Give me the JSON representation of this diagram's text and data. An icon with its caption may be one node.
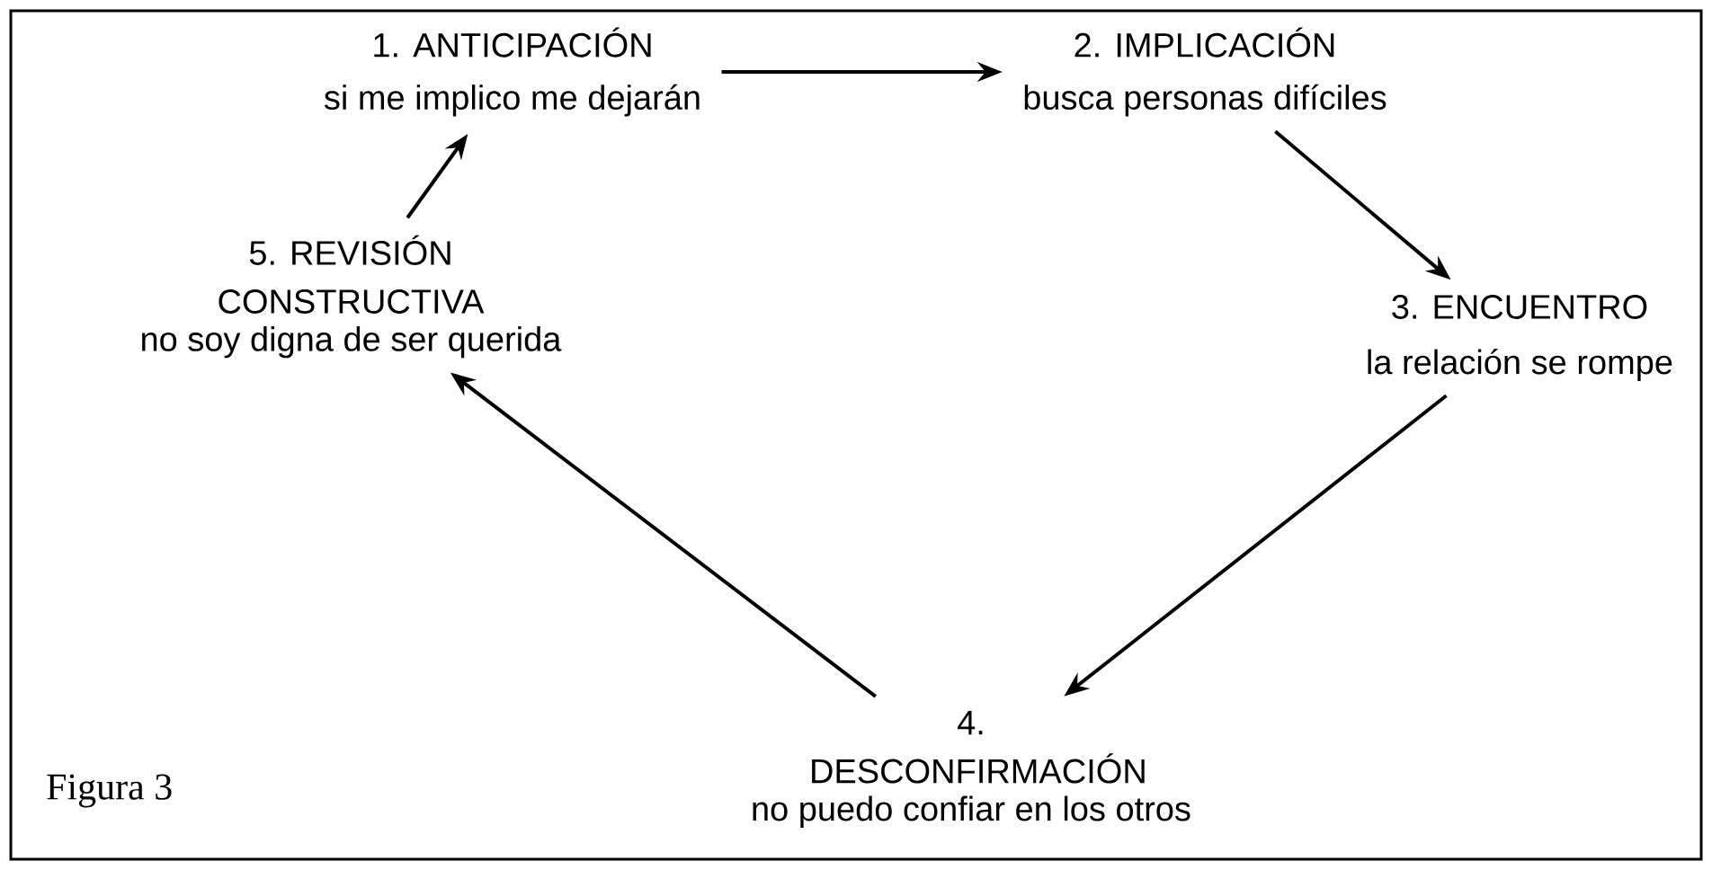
{
  "diagram": {
    "nodes": [
      {
        "text": [
          "1. ANTICIPACIÓN",
          "si me implico me dejarán"
        ]
      },
      {
        "text": [
          "2. IMPLICACIÓN",
          "busca personas difíciles"
        ]
      },
      {
        "text": [
          "3. ENCUENTRO",
          "la relación se rompe"
        ]
      },
      {
        "text": [
          "4. DESCONFIRMACIÓN",
          "no puedo confiar en los otros"
        ]
      },
      {
        "text": [
          "5. REVISIÓN CONSTRUCTIVA",
          "no soy digna de ser querida"
        ]
      }
    ],
    "edges": [
      {
        "from": 0,
        "to": 1,
        "arrow": "to"
      },
      {
        "from": 1,
        "to": 2,
        "arrow": "to"
      },
      {
        "from": 2,
        "to": 3,
        "arrow": "to"
      },
      {
        "from": 3,
        "to": 4,
        "arrow": "to"
      },
      {
        "from": 4,
        "to": 0,
        "arrow": "to"
      }
    ],
    "labels": [
      "Figura 3"
    ]
  }
}
